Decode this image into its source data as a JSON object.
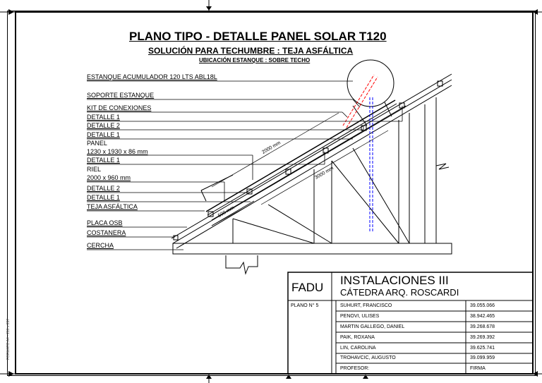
{
  "header": {
    "title": "PLANO TIPO - DETALLE PANEL SOLAR T120",
    "subtitle": "SOLUCIÓN PARA TECHUMBRE : TEJA ASFÁLTICA",
    "location": "UBICACIÓN ESTANQUE : SOBRE TECHO"
  },
  "labels": [
    {
      "text": "ESTANQUE ACUMULADOR 120 LTS ABL18L",
      "underline": true
    },
    {
      "text": "SOPORTE ESTANQUE",
      "underline": true
    },
    {
      "text": "KIT DE CONEXIONES",
      "underline": true
    },
    {
      "text": "DETALLE 1",
      "underline": true
    },
    {
      "text": "DETALLE 2",
      "underline": true
    },
    {
      "text": "DETALLE 1",
      "underline": true
    },
    {
      "text": "PANEL",
      "underline": false
    },
    {
      "text": "1230 x 1930 x 86 mm",
      "underline": true
    },
    {
      "text": "DETALLE 1",
      "underline": true
    },
    {
      "text": "RIEL",
      "underline": false
    },
    {
      "text": "2000 x 960 mm",
      "underline": true
    },
    {
      "text": "DETALLE 2",
      "underline": true
    },
    {
      "text": "DETALLE 1",
      "underline": true
    },
    {
      "text": "TEJA ASFÁLTICA",
      "underline": true
    },
    {
      "text": "PLACA OSB",
      "underline": true
    },
    {
      "text": "COSTANERA",
      "underline": true
    },
    {
      "text": "CERCHA",
      "underline": true
    }
  ],
  "dimensions": {
    "d2000": "2000 mm",
    "d3000": "3000 mm",
    "d500": "500 mm"
  },
  "sheet_format": "FORMATO A4 - 210 x 297",
  "title_block": {
    "school": "FADU",
    "course": "INSTALACIONES III",
    "chair": "CÁTEDRA ARQ. ROSCARDI",
    "plan_number": "PLANO N° 5",
    "students": [
      {
        "name": "SUHURT, FRANCISCO",
        "id": "39.055.066"
      },
      {
        "name": "PENOVI, ULISES",
        "id": "38.942.465"
      },
      {
        "name": "MARTIN GALLEGO, DANIEL",
        "id": "39.268.678"
      },
      {
        "name": "PAIK, ROXANA",
        "id": "39.269.392"
      },
      {
        "name": "LIN, CAROLINA",
        "id": "39.625.741"
      },
      {
        "name": "TROHAVCIC, AUGUSTO",
        "id": "39.099.959"
      }
    ],
    "professor_label": "PROFESOR:",
    "signature_label": "FIRMA"
  }
}
